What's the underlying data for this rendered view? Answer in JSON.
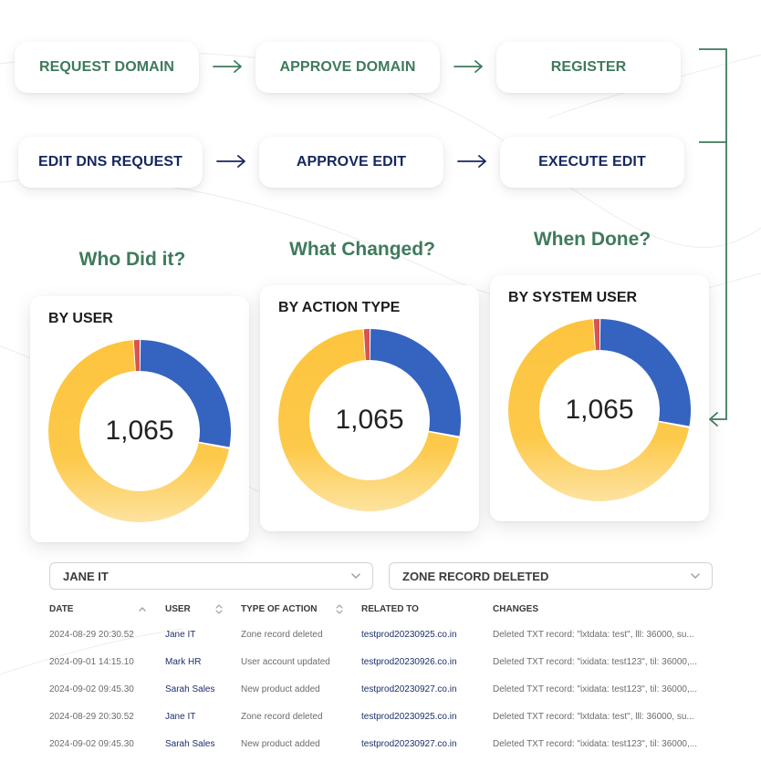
{
  "workflow": {
    "row1": [
      "REQUEST DOMAIN",
      "APPROVE DOMAIN",
      "REGISTER"
    ],
    "row2": [
      "EDIT DNS REQUEST",
      "APPROVE EDIT",
      "EXECUTE EDIT"
    ]
  },
  "colors": {
    "accent_green": "#3f7a5c",
    "navy": "#15275e",
    "donut_yellow": "#fdc94a",
    "donut_blue": "#3563c0",
    "donut_red": "#d9534f"
  },
  "headings": [
    "Who Did it?",
    "What Changed?",
    "When Done?"
  ],
  "cards": [
    {
      "title": "BY USER",
      "total": "1,065"
    },
    {
      "title": "BY ACTION TYPE",
      "total": "1,065"
    },
    {
      "title": "BY SYSTEM USER",
      "total": "1,065"
    }
  ],
  "chart_data": [
    {
      "type": "pie",
      "title": "BY USER",
      "center_label": "1,065",
      "slices": [
        {
          "color": "#3563c0",
          "fraction": 0.28
        },
        {
          "color": "#fdc94a",
          "fraction": 0.71
        },
        {
          "color": "#d9534f",
          "fraction": 0.01
        }
      ]
    },
    {
      "type": "pie",
      "title": "BY ACTION TYPE",
      "center_label": "1,065",
      "slices": [
        {
          "color": "#3563c0",
          "fraction": 0.28
        },
        {
          "color": "#fdc94a",
          "fraction": 0.71
        },
        {
          "color": "#d9534f",
          "fraction": 0.01
        }
      ]
    },
    {
      "type": "pie",
      "title": "BY SYSTEM USER",
      "center_label": "1,065",
      "slices": [
        {
          "color": "#3563c0",
          "fraction": 0.28
        },
        {
          "color": "#fdc94a",
          "fraction": 0.71
        },
        {
          "color": "#d9534f",
          "fraction": 0.01
        }
      ]
    }
  ],
  "filters": {
    "user": "JANE IT",
    "action": "ZONE RECORD DELETED"
  },
  "table": {
    "columns": [
      "DATE",
      "USER",
      "TYPE OF ACTION",
      "RELATED TO",
      "CHANGES"
    ],
    "rows": [
      [
        "2024-08-29 20:30.52",
        "Jane IT",
        "Zone record deleted",
        "testprod20230925.co.in",
        "Deleted TXT record: \"lxtdata: test\", lll: 36000, su..."
      ],
      [
        "2024-09-01 14:15.10",
        "Mark HR",
        "User account updated",
        "testprod20230926.co.in",
        "Deleted TXT record: \"ixidata: test123\", til: 36000,..."
      ],
      [
        "2024-09-02 09:45.30",
        "Sarah Sales",
        "New product added",
        "testprod20230927.co.in",
        "Deleted TXT record: \"ixidata: test123\", til: 36000,..."
      ],
      [
        "2024-08-29 20:30.52",
        "Jane IT",
        "Zone record deleted",
        "testprod20230925.co.in",
        "Deleted TXT record: \"lxtdata: test\", lll: 36000, su..."
      ],
      [
        "2024-09-02 09:45.30",
        "Sarah Sales",
        "New product added",
        "testprod20230927.co.in",
        "Deleted TXT record: \"ixidata: test123\", til: 36000,..."
      ]
    ]
  }
}
